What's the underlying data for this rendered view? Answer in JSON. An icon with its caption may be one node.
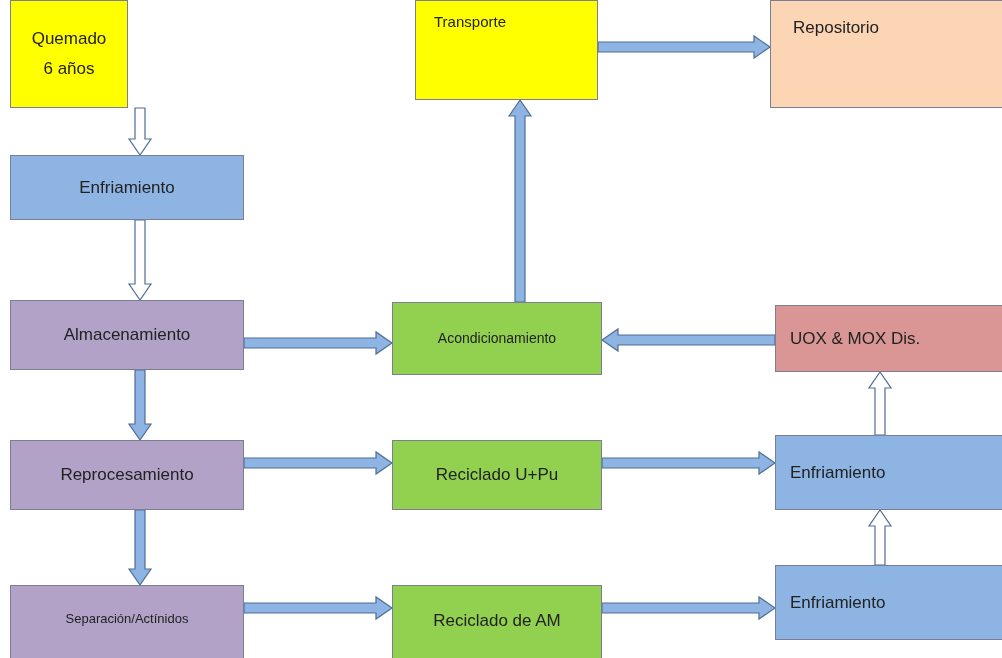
{
  "diagram": {
    "nodes": [
      {
        "text": [
          "Quemado 6 años"
        ]
      },
      {
        "text": [
          "Transporte"
        ]
      },
      {
        "text": [
          "Repositorio"
        ]
      },
      {
        "text": [
          "Enfriamiento"
        ]
      },
      {
        "text": [
          "Almacenamiento"
        ]
      },
      {
        "text": [
          "Acondicionamiento"
        ]
      },
      {
        "text": [
          "UOX & MOX Dis."
        ]
      },
      {
        "text": [
          "Reprocesamiento"
        ]
      },
      {
        "text": [
          "Reciclado U+Pu"
        ]
      },
      {
        "text": [
          "Enfriamiento"
        ]
      },
      {
        "text": [
          "Separación/Actínidos"
        ]
      },
      {
        "text": [
          "Reciclado de AM"
        ]
      },
      {
        "text": [
          "Enfriamiento"
        ]
      }
    ],
    "edges": [
      {
        "from": 0,
        "to": 3,
        "arrow": "to",
        "color": "#ffffff"
      },
      {
        "from": 3,
        "to": 4,
        "arrow": "to",
        "color": "#ffffff"
      },
      {
        "from": 4,
        "to": 7,
        "arrow": "to"
      },
      {
        "from": 7,
        "to": 10,
        "arrow": "to"
      },
      {
        "from": 4,
        "to": 5,
        "arrow": "to"
      },
      {
        "from": 6,
        "to": 5,
        "arrow": "to"
      },
      {
        "from": 5,
        "to": 1,
        "arrow": "to"
      },
      {
        "from": 1,
        "to": 2,
        "arrow": "to"
      },
      {
        "from": 7,
        "to": 8,
        "arrow": "to"
      },
      {
        "from": 8,
        "to": 9,
        "arrow": "to"
      },
      {
        "from": 10,
        "to": 11,
        "arrow": "to"
      },
      {
        "from": 11,
        "to": 12,
        "arrow": "to"
      },
      {
        "from": 12,
        "to": 9,
        "arrow": "to",
        "color": "#ffffff"
      },
      {
        "from": 9,
        "to": 6,
        "arrow": "to",
        "color": "#ffffff"
      }
    ]
  }
}
